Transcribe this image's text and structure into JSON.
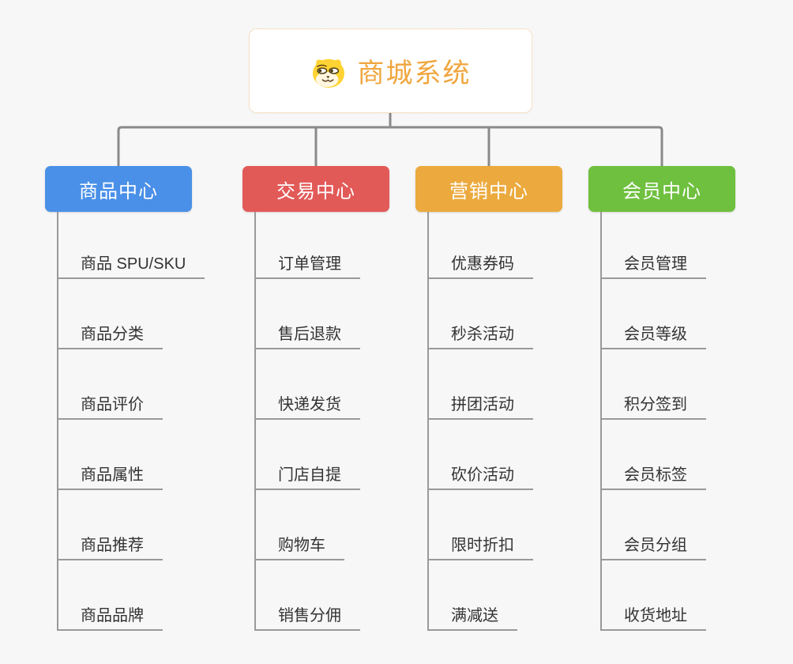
{
  "root": {
    "title": "商城系统",
    "icon": "dog-face-icon"
  },
  "theme": {
    "root_text_color": "#f0a63e",
    "root_border_color": "#f0c48a",
    "connector_color": "#8a8a8a",
    "line_color": "#999999",
    "item_text_color": "#333333",
    "background_color": "#f7f7f7"
  },
  "branches": [
    {
      "label": "商品中心",
      "color": "#4a90e8",
      "items": [
        "商品 SPU/SKU",
        "商品分类",
        "商品评价",
        "商品属性",
        "商品推荐",
        "商品品牌"
      ]
    },
    {
      "label": "交易中心",
      "color": "#e25a58",
      "items": [
        "订单管理",
        "售后退款",
        "快递发货",
        "门店自提",
        "购物车",
        "销售分佣"
      ]
    },
    {
      "label": "营销中心",
      "color": "#ecaa3e",
      "items": [
        "优惠券码",
        "秒杀活动",
        "拼团活动",
        "砍价活动",
        "限时折扣",
        "满减送"
      ]
    },
    {
      "label": "会员中心",
      "color": "#6fc03f",
      "items": [
        "会员管理",
        "会员等级",
        "积分签到",
        "会员标签",
        "会员分组",
        "收货地址"
      ]
    }
  ]
}
